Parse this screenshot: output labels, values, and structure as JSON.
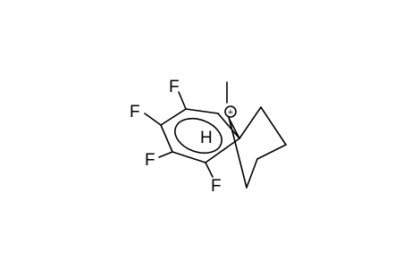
{
  "molecule": {
    "atoms": {
      "f1": "F",
      "f2": "F",
      "f3": "F",
      "f4": "F",
      "h": "H",
      "charge": "+"
    },
    "colors": {
      "bond": "#000000",
      "background": "#ffffff"
    }
  }
}
